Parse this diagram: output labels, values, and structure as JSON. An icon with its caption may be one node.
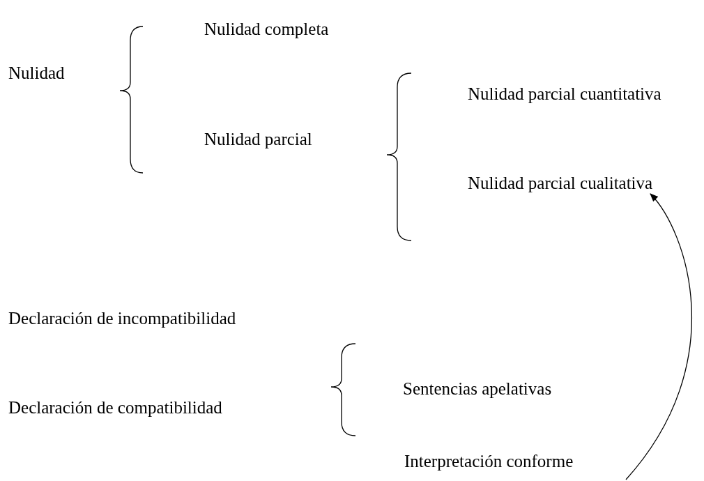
{
  "diagram": {
    "nodes": [
      {
        "text": [
          "Nulidad"
        ]
      },
      {
        "text": [
          "Nulidad completa"
        ]
      },
      {
        "text": [
          "Nulidad parcial"
        ]
      },
      {
        "text": [
          "Nulidad parcial cuantitativa"
        ]
      },
      {
        "text": [
          "Nulidad parcial cualitativa"
        ]
      },
      {
        "text": [
          "Declaración de incompatibilidad"
        ]
      },
      {
        "text": [
          "Declaración de compatibilidad"
        ]
      },
      {
        "text": [
          "Sentencias apelativas"
        ]
      },
      {
        "text": [
          "Interpretación conforme"
        ]
      }
    ],
    "edges": [
      {
        "from": null,
        "to": 4,
        "arrow": "to"
      }
    ]
  }
}
